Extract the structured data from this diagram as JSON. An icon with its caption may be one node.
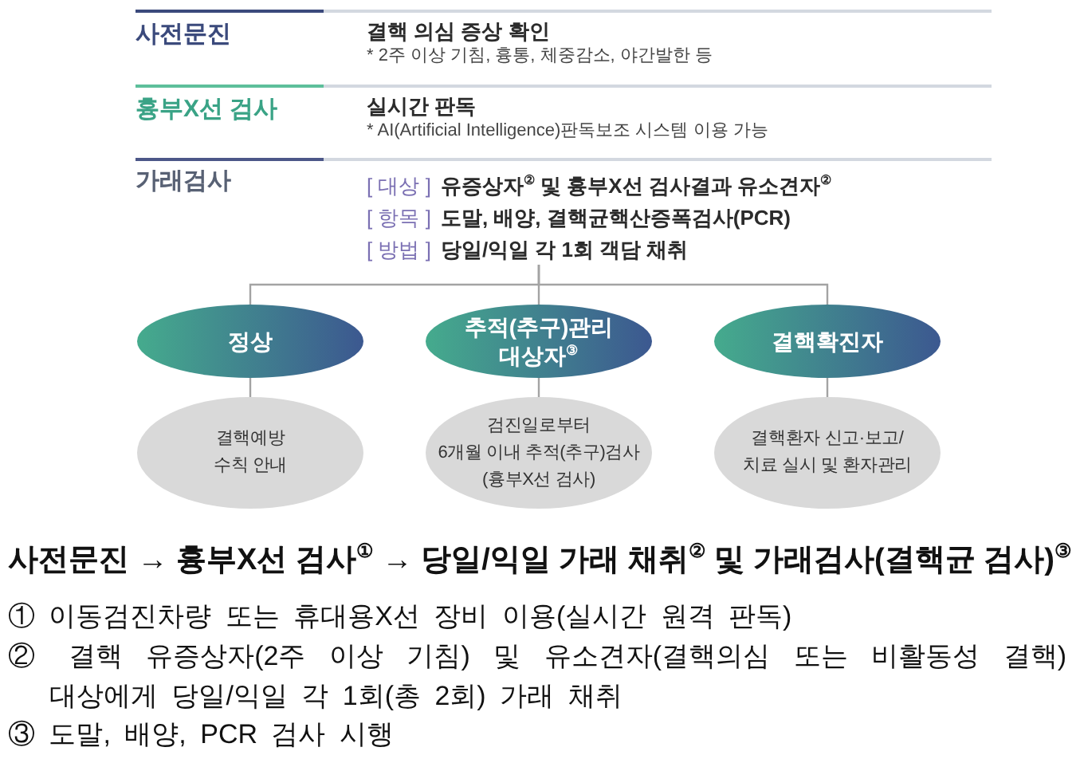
{
  "diagram": {
    "nodes": [
      {
        "text": [
          "사전문진",
          "결핵 의심 증상 확인",
          "* 2주 이상 기침, 흉통, 체중감소, 야간발한 등"
        ]
      },
      {
        "text": [
          "흉부X선 검사",
          "실시간 판독",
          "* AI(Artificial Intelligence)판독보조 시스템 이용 가능"
        ]
      },
      {
        "text": [
          "가래검사",
          "[ 대상 ]",
          "유증상자$^{②}$ 및 흉부X선 검사결과 유소견자$^{②}$",
          "[ 항목 ]",
          "도말, 배양, 결핵균핵산증폭검사(PCR)",
          "[ 방법 ]",
          "당일/익일 각 1회 객담 채취"
        ]
      },
      {
        "text": [
          "정상"
        ]
      },
      {
        "text": [
          "추적(추구)관리 대상자$^{③}$"
        ]
      },
      {
        "text": [
          "결핵확진자"
        ]
      },
      {
        "text": [
          "결핵예방 수칙 안내"
        ]
      },
      {
        "text": [
          "검진일로부터 6개월 이내 추적(추구)검사 (흉부X선 검사)"
        ]
      },
      {
        "text": [
          "결핵환자 신고·보고/ 치료 실시 및 환자관리"
        ]
      }
    ],
    "edges": [
      {
        "from": 2,
        "to": 3,
        "arrow": "none"
      },
      {
        "from": 2,
        "to": 4,
        "arrow": "none"
      },
      {
        "from": 2,
        "to": 5,
        "arrow": "none"
      },
      {
        "from": 3,
        "to": 6,
        "arrow": "none"
      },
      {
        "from": 4,
        "to": 7,
        "arrow": "none"
      },
      {
        "from": 5,
        "to": 8,
        "arrow": "none"
      }
    ],
    "labels": [
      "사전문진 → 흉부X선 검사$^{①}$ → 당일/익일 가래 채취$^{②}$ 및 가래검사(결핵균 검사)$^{③}$",
      "① 이동검진차량 또는 휴대용X선 장비 이용(실시간 원격 판독)",
      "② 결핵 유증상자(2주 이상 기침) 및 유소견자(결핵의심 또는 비활동성 결핵) 대상에게 당일/익일 각 1회(총 2회) 가래 채취",
      "③ 도말, 배양, PCR 검사 시행"
    ]
  }
}
